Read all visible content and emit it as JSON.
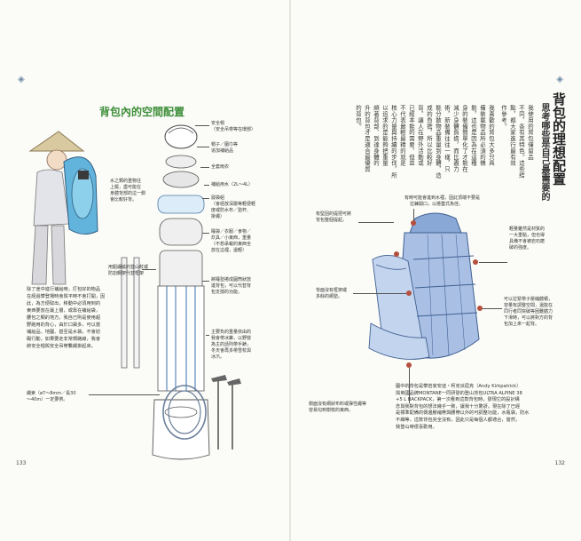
{
  "left_page": {
    "section_title": "背包內的空間配置",
    "labels": {
      "helmet": "安全帽",
      "helmet_note": "（安全吊帶等在環部）",
      "hat": "帽子／圍巾等",
      "hat_note": "追加補給品",
      "rain": "全套雨衣",
      "water": "補給用水（2L〜4L）",
      "sleeping_line1": "寢袋組",
      "sleeping_line2": "（會經放深層等輕便輕",
      "sleeping_line3": "度或防水布／墊杆、",
      "sleeping_line4": "掛繩）",
      "heavy_line1": "水之類的重物往",
      "heavy_line2": "上擺，盡可能在",
      "heavy_line3": "身體背部的這一側",
      "heavy_line4": "會比較好背。",
      "clothes_line1": "睡袋／衣服／食物／",
      "clothes_line2": "炊具／小東西，重量",
      "clothes_line3": "（不想承載的東西全",
      "clothes_line4": "放在這裡，還輕）",
      "frame_line1": "用鋁纏繞的登山杖或",
      "frame_line2": "防割鋼架代替框架",
      "foam_line1": "將睡墊捲成圓筒狀放",
      "foam_line2": "進背包，可以代替背",
      "foam_line3": "包支撐的功能。",
      "load_line1": "主要負的重量依由的",
      "load_line2": "我會帶冰錐，以野營",
      "load_line3": "為主的話則帶手錶，",
      "load_line4": "冬天會再多帶雪杖與",
      "load_line5": "冰爪。",
      "rope_line1": "繩索（ø7〜8mm／長30",
      "rope_line2": "〜40m）一定要帶。"
    },
    "body_para": [
      "除了途中進行補給時，打包好的物品",
      "在經過攀登場時會與平時不會打開，因",
      "此，為方便取出，移動中必須用到的",
      "東西要放在最上層，或靠在補給袋，",
      "腰包之類的地方。我自己則是使用超",
      "野跑用的背心，由於口袋多，可以當",
      "補給品、地圖、甚至是水袋，不會妨",
      "礙行動，如果要走非常規路線，我會",
      "將安全帽與安全吊帶繫繩掛起來。"
    ],
    "page_number": "133"
  },
  "right_page": {
    "title_main": "背包的理想配置",
    "title_sub": "思考哪些是自己最需要的",
    "body_columns": [
      "我使用的背包僅留品",
      "不同，各有其特色。這些結",
      "點，都大家進行最有效",
      "作參考。",
      "我喜歡的背包大多只具",
      "備裝載物品所必須的機",
      "能，這也是因為在這種",
      "身的裝備簡單化了才能在",
      "減少身體負擔，而比盡力",
      "術，新裝備往往一樣，只",
      "能分散物品重量到身體，造",
      "成的負擔，所以比較好",
      "背，讓人在野外活動或",
      "已經本能的需要，但並",
      "不代表最輕最精的就是",
      "核心力量與持續的步伐，所",
      "以追求的是能夠把重量",
      "順著背部、到達身體的",
      "升的背包才是適合最優質",
      "的背包。"
    ],
    "callouts": {
      "top_line1": "有時可能會進到水裡，因此頂端不要是",
      "top_line2": "拉鍊開口，以捲蓋式為佳。",
      "left1_line1": "有堅固的提把可將",
      "left1_line2": "背包整個提起。",
      "right1_line1": "輕量雖然是材質的",
      "right1_line2": "一大重點，但也得",
      "right1_line3": "具備不會被岩石磨",
      "right1_line4": "破的強度。",
      "left2_line1": "背面沒有框架或",
      "left2_line2": "多餘的網墊。",
      "right2_line1": "可以拉緊帶子壓縮體積，",
      "right2_line2": "容量有調整空間，還能在",
      "right2_line3": "同行者同突破等困難體力",
      "right2_line4": "下滑時，可以將對方的背",
      "right2_line5": "包加上來一起背。",
      "bottom_line1": "側面沒有網狀布料或彈性繩等",
      "bottom_line2": "容易勾到樹枝的東西。"
    },
    "caption": [
      "圖中的背包是攀岩家安迪・柯克派屈克（Andy Kirkpatrick）",
      "與英國品牌MONTANE一同研發的登山背包ULTRA ALPINE 38",
      "+5 L BACKPACK，第一次看到這款背包時，發現它的設計構",
      "念與我對背包的想法幾乎一致，讓我十分驚訝。現在除了已經",
      "是標準配備的側邊壓縮帶與腰帶以外的可調整功能，水瓶袋，防水",
      "不織等，這款背包完全沒有，因此只是每個人都適合，當然，",
      "我登山時很喜歡用。"
    ],
    "page_number": "132"
  },
  "colors": {
    "title_green": "#3f8f3a",
    "pack_blue": "#6f93c9",
    "accent_dot": "#b5503e"
  }
}
